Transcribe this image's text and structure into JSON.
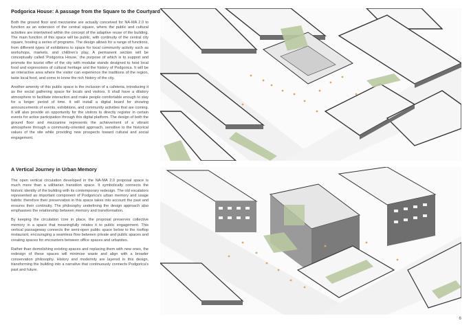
{
  "section1": {
    "title": "Podgorica House: A passage from the Square to the Courtyard",
    "paragraphs": [
      "Both the ground floor and mezzanine are actually conceived for NA-MA 2.0 to function as an extension of the central square, where the public and cultural activities are intertwined within the concept of the adaptive reuse of the building. The main function of this space will be public, with continuity of the central city square, hosting a series of programs. The design allows for a range of functions, from different types of exhibitions to space for local community activity such as workshops, markets, and children's play. A permanent section will be conceptually called 'Podgorica House,' the purpose of which is to support and promote the tourist offer of the city with modular stands designed to host local food and expressions of cultural heritage and the history of Podgorica. It will be an interactive area where the visitor can experience the traditions of the region, taste local food, and come to know the rich history of the city.",
      "Another amenity of this public space is the inclusion of a cafeteria, introducing it as the social gathering space for locals and visitors. It shall have a dilatory atmosphere to facilitate interaction and make people comfortable enough to stay for a longer period of time. It will install a digital board for showing announcements of events, exhibitions, and community activities that are coming. It will also provide an opportunity for the visitors to directly register in certain events for active participation through this digital platform. The design of both the ground floor and mezzanine represents the achievement of a vibrant atmosphere through a community-oriented approach, sensitive to the historical values of the site while providing new prospects toward cultural and social engagement."
    ]
  },
  "section2": {
    "title": "A Vertical Journey in Urban Memory",
    "paragraphs": [
      "The open vertical circulation developed in the NA-MA 2.0 proposal space is much more than a utilitarian transition space. It symbolically connects the historic identity of the building with its contemporary redesign. The old escalators represented an important component of Podgorica's urban memory and usage habits: therefore their preservation in this space takes into account the past and ensures their continuity. The philosophy underlining the design approach also emphasises the relationship between memory and transformation.",
      "By keeping the circulation core in place, the proposal preserves collective memory in a space that meaningfully relates it to public engagement. This vertical passageway connects the semi-open public space below to the rooftop restaurant, encouraging a seamless flow between private and public spaces and creating spaces for encounters between office spaces and urbanites.",
      "Rather than demolishing existing spaces and replacing them with new ones, the redesign of these spaces will minimise waste and align with a broader conservation philosophy. History and modernity are layered in this design, transforming the building into a narrative that continuously connects Podgorica's past and future."
    ]
  },
  "page_number": "6",
  "colors": {
    "text": "#454545",
    "heading": "#1f1f1f",
    "green_space": "#b9c9a0",
    "building_roof": "#f4f4f4",
    "building_shadow": "#6e6e6e"
  }
}
